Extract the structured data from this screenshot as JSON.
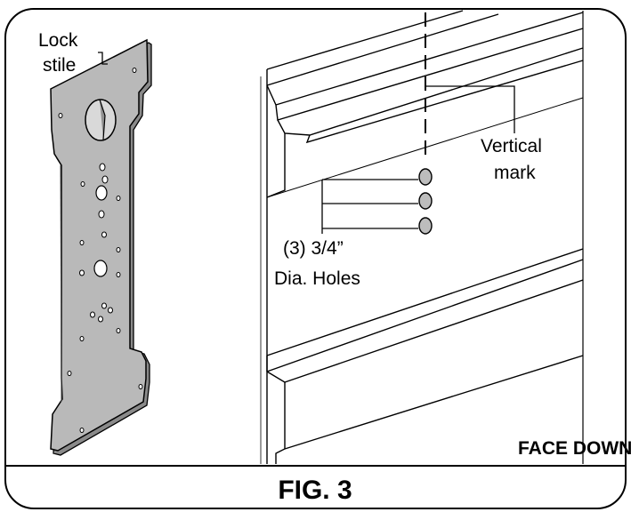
{
  "figure": {
    "caption": "FIG. 3",
    "orientation_note": "FACE DOWN"
  },
  "labels": {
    "lock_stile_line1": "Lock",
    "lock_stile_line2": "stile",
    "vertical_mark_line1": "Vertical",
    "vertical_mark_line2": "mark",
    "holes_line1": "(3) 3/4”",
    "holes_line2": "Dia. Holes"
  },
  "colors": {
    "stile_fill": "#b9b9b9",
    "hole_fill": "#bdbdbd",
    "line": "#000000",
    "background": "#ffffff"
  }
}
